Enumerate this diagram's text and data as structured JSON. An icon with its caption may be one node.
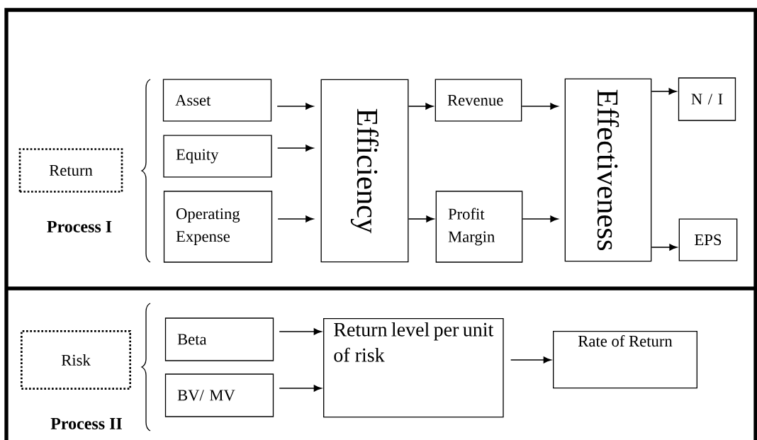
{
  "diagram": {
    "nodes": [
      {
        "text": [
          "Return"
        ]
      },
      {
        "text": [
          "Asset"
        ]
      },
      {
        "text": [
          "Equity"
        ]
      },
      {
        "text": [
          "Operating Expense"
        ]
      },
      {
        "text": [
          "Efficiency"
        ]
      },
      {
        "text": [
          "Revenue"
        ]
      },
      {
        "text": [
          "Profit Margin"
        ]
      },
      {
        "text": [
          "Effectiveness"
        ]
      },
      {
        "text": [
          "N / I"
        ]
      },
      {
        "text": [
          "EPS"
        ]
      },
      {
        "text": [
          "Risk"
        ]
      },
      {
        "text": [
          "Beta"
        ]
      },
      {
        "text": [
          "BV/ MV"
        ]
      },
      {
        "text": [
          "Return level per unit of risk"
        ]
      },
      {
        "text": [
          "Rate of Return"
        ]
      }
    ],
    "edges": [
      {
        "from": 1,
        "to": 4,
        "arrow": "to"
      },
      {
        "from": 2,
        "to": 4,
        "arrow": "to"
      },
      {
        "from": 3,
        "to": 4,
        "arrow": "to"
      },
      {
        "from": 4,
        "to": 5,
        "arrow": "to"
      },
      {
        "from": 4,
        "to": 6,
        "arrow": "to"
      },
      {
        "from": 5,
        "to": 7,
        "arrow": "to"
      },
      {
        "from": 6,
        "to": 7,
        "arrow": "to"
      },
      {
        "from": 7,
        "to": 8,
        "arrow": "to"
      },
      {
        "from": 7,
        "to": 9,
        "arrow": "to"
      },
      {
        "from": 11,
        "to": 13,
        "arrow": "to"
      },
      {
        "from": 12,
        "to": 13,
        "arrow": "to"
      },
      {
        "from": 13,
        "to": 14,
        "arrow": "to"
      }
    ],
    "labels": [
      "Process I",
      "Process II"
    ]
  }
}
